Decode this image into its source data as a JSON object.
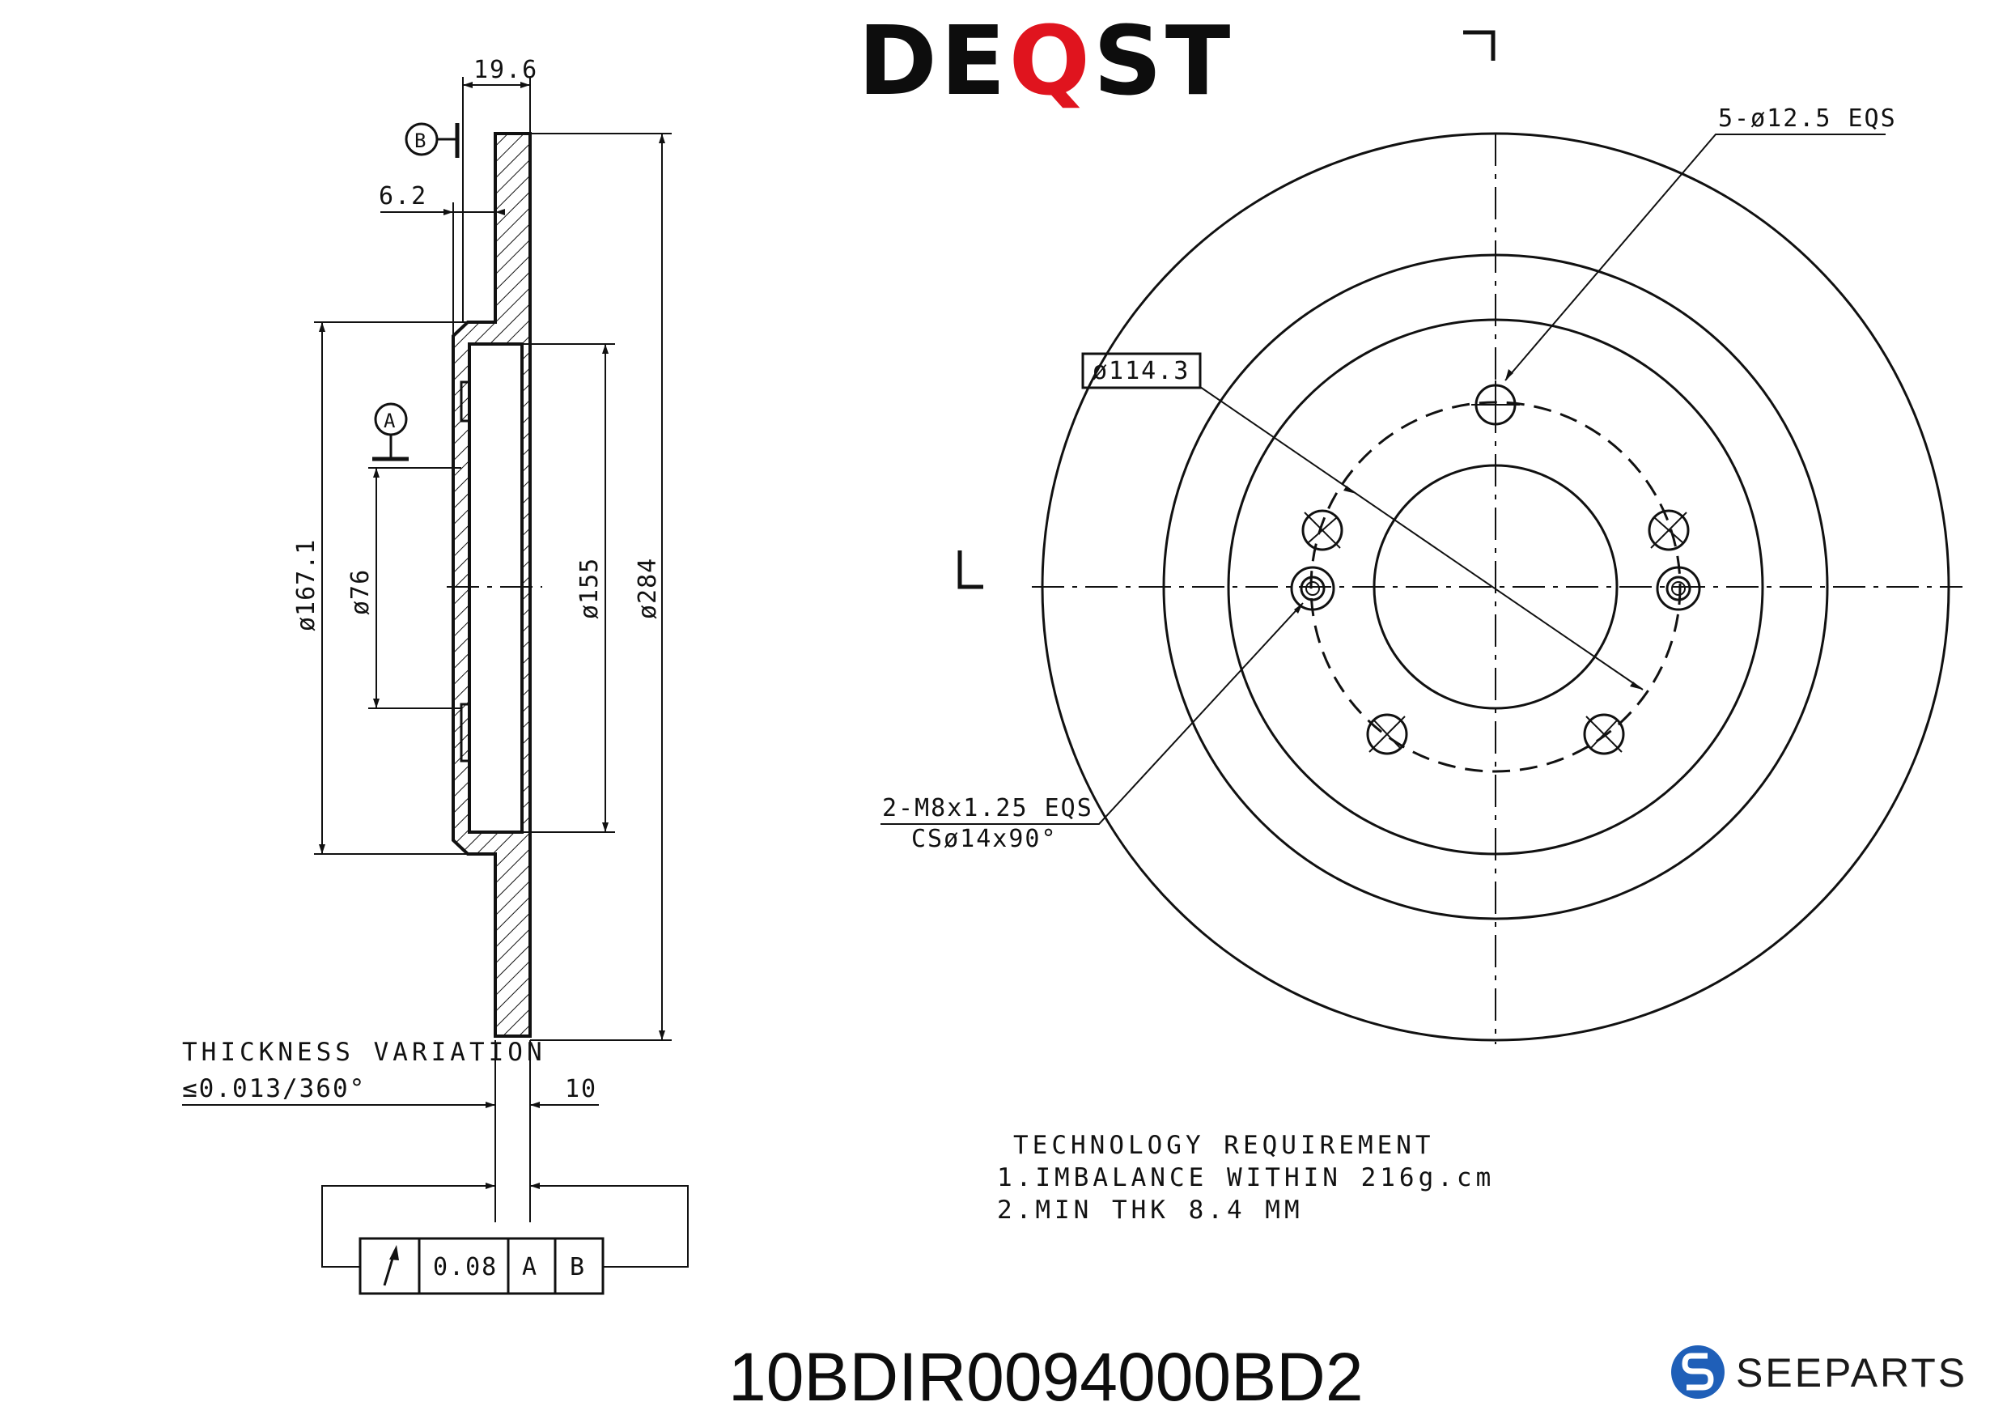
{
  "brand": {
    "logo_left": "DE",
    "logo_q": "Q",
    "logo_right": "ST",
    "accent_color": "#e0141e"
  },
  "footer": {
    "part_number": "10BDIR0094000BD2",
    "seeparts": "SEEPARTS",
    "seeparts_color": "#1f5fb8"
  },
  "side_view": {
    "dim_width": "19.6",
    "dim_hat": "6.2",
    "dim_d1671": "ø167.1",
    "dim_d76": "ø76",
    "dim_d155": "ø155",
    "dim_d284": "ø284",
    "dim_thk": "10",
    "datum_a": "A",
    "datum_b": "B"
  },
  "thickness_note": {
    "line1": "THICKNESS VARIATION",
    "line2": "≤0.013/360°"
  },
  "tolerance_frame": {
    "symbol": "runout-arrow-icon",
    "value": "0.08",
    "ref_a": "A",
    "ref_b": "B"
  },
  "front_view": {
    "bolt_holes": "5-ø12.5 EQS",
    "pcd": "ø114.3",
    "thread_line1": "2-M8x1.25 EQS",
    "thread_line2": "CSø14x90°"
  },
  "requirements": {
    "title": "TECHNOLOGY REQUIREMENT",
    "item1": "1.IMBALANCE WITHIN 216g.cm",
    "item2": "2.MIN THK 8.4 MM"
  }
}
